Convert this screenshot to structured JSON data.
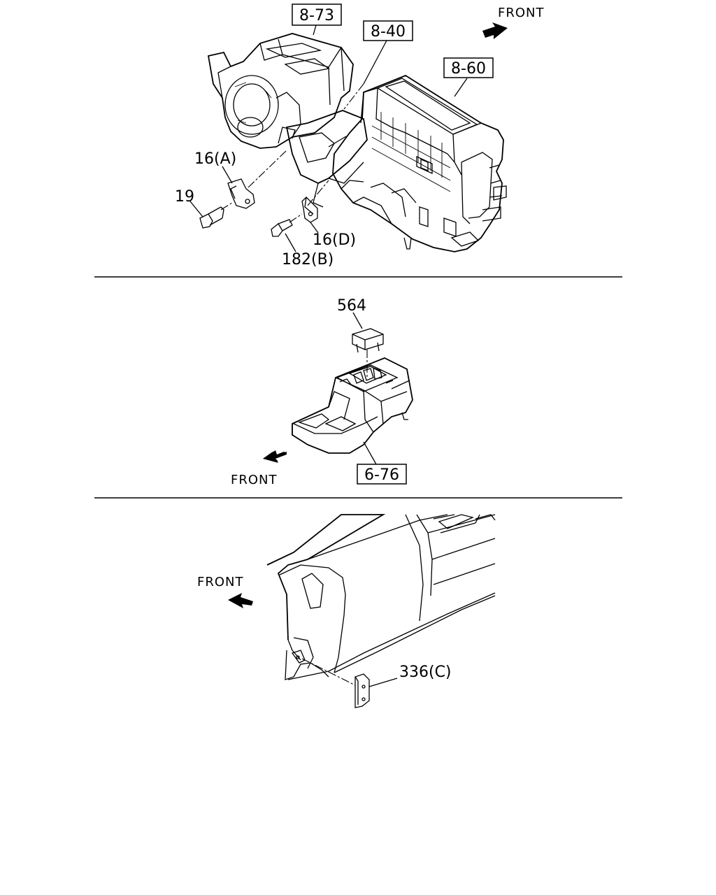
{
  "upper_section": {
    "ref_top_left": "8-73",
    "ref_center": "8-40",
    "ref_right": "8-60",
    "front_label": "FRONT",
    "part_16a": "16(A)",
    "part_19": "19",
    "part_16d": "16(D)",
    "part_182b": "182(B)"
  },
  "middle_section": {
    "part_564": "564",
    "ref_console": "6-76",
    "front_label": "FRONT"
  },
  "lower_section": {
    "front_label": "FRONT",
    "part_336c": "336(C)"
  }
}
